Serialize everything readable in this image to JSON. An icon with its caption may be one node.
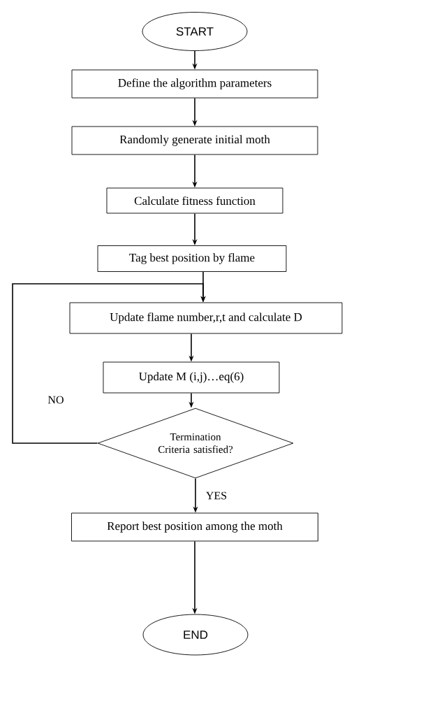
{
  "diagram": {
    "nodes": [
      {
        "text": [
          "START"
        ]
      },
      {
        "text": [
          "Define the algorithm parameters"
        ]
      },
      {
        "text": [
          "Randomly generate initial moth"
        ]
      },
      {
        "text": [
          "Calculate fitness function"
        ]
      },
      {
        "text": [
          "Tag best position by flame"
        ]
      },
      {
        "text": [
          "Update flame number,r,t and calculate D"
        ]
      },
      {
        "text": [
          "Update M (i,j)…eq(6)"
        ]
      },
      {
        "text": [
          "Termination Criteria satisfied?"
        ]
      },
      {
        "text": [
          "Report best position among the moth"
        ]
      },
      {
        "text": [
          "END"
        ]
      }
    ],
    "edges": [
      {
        "from": 0,
        "to": 1,
        "arrow": "to"
      },
      {
        "from": 1,
        "to": 2,
        "arrow": "to"
      },
      {
        "from": 2,
        "to": 3,
        "arrow": "to"
      },
      {
        "from": 3,
        "to": 4,
        "arrow": "to"
      },
      {
        "from": 4,
        "to": 5,
        "arrow": "to"
      },
      {
        "from": 5,
        "to": 6,
        "arrow": "to"
      },
      {
        "from": 6,
        "to": 7,
        "arrow": "to"
      },
      {
        "from": 7,
        "to": 5,
        "arrow": "to",
        "label": "NO"
      },
      {
        "from": 7,
        "to": 8,
        "arrow": "to",
        "label": "YES"
      },
      {
        "from": 8,
        "to": 9,
        "arrow": "to"
      }
    ]
  }
}
